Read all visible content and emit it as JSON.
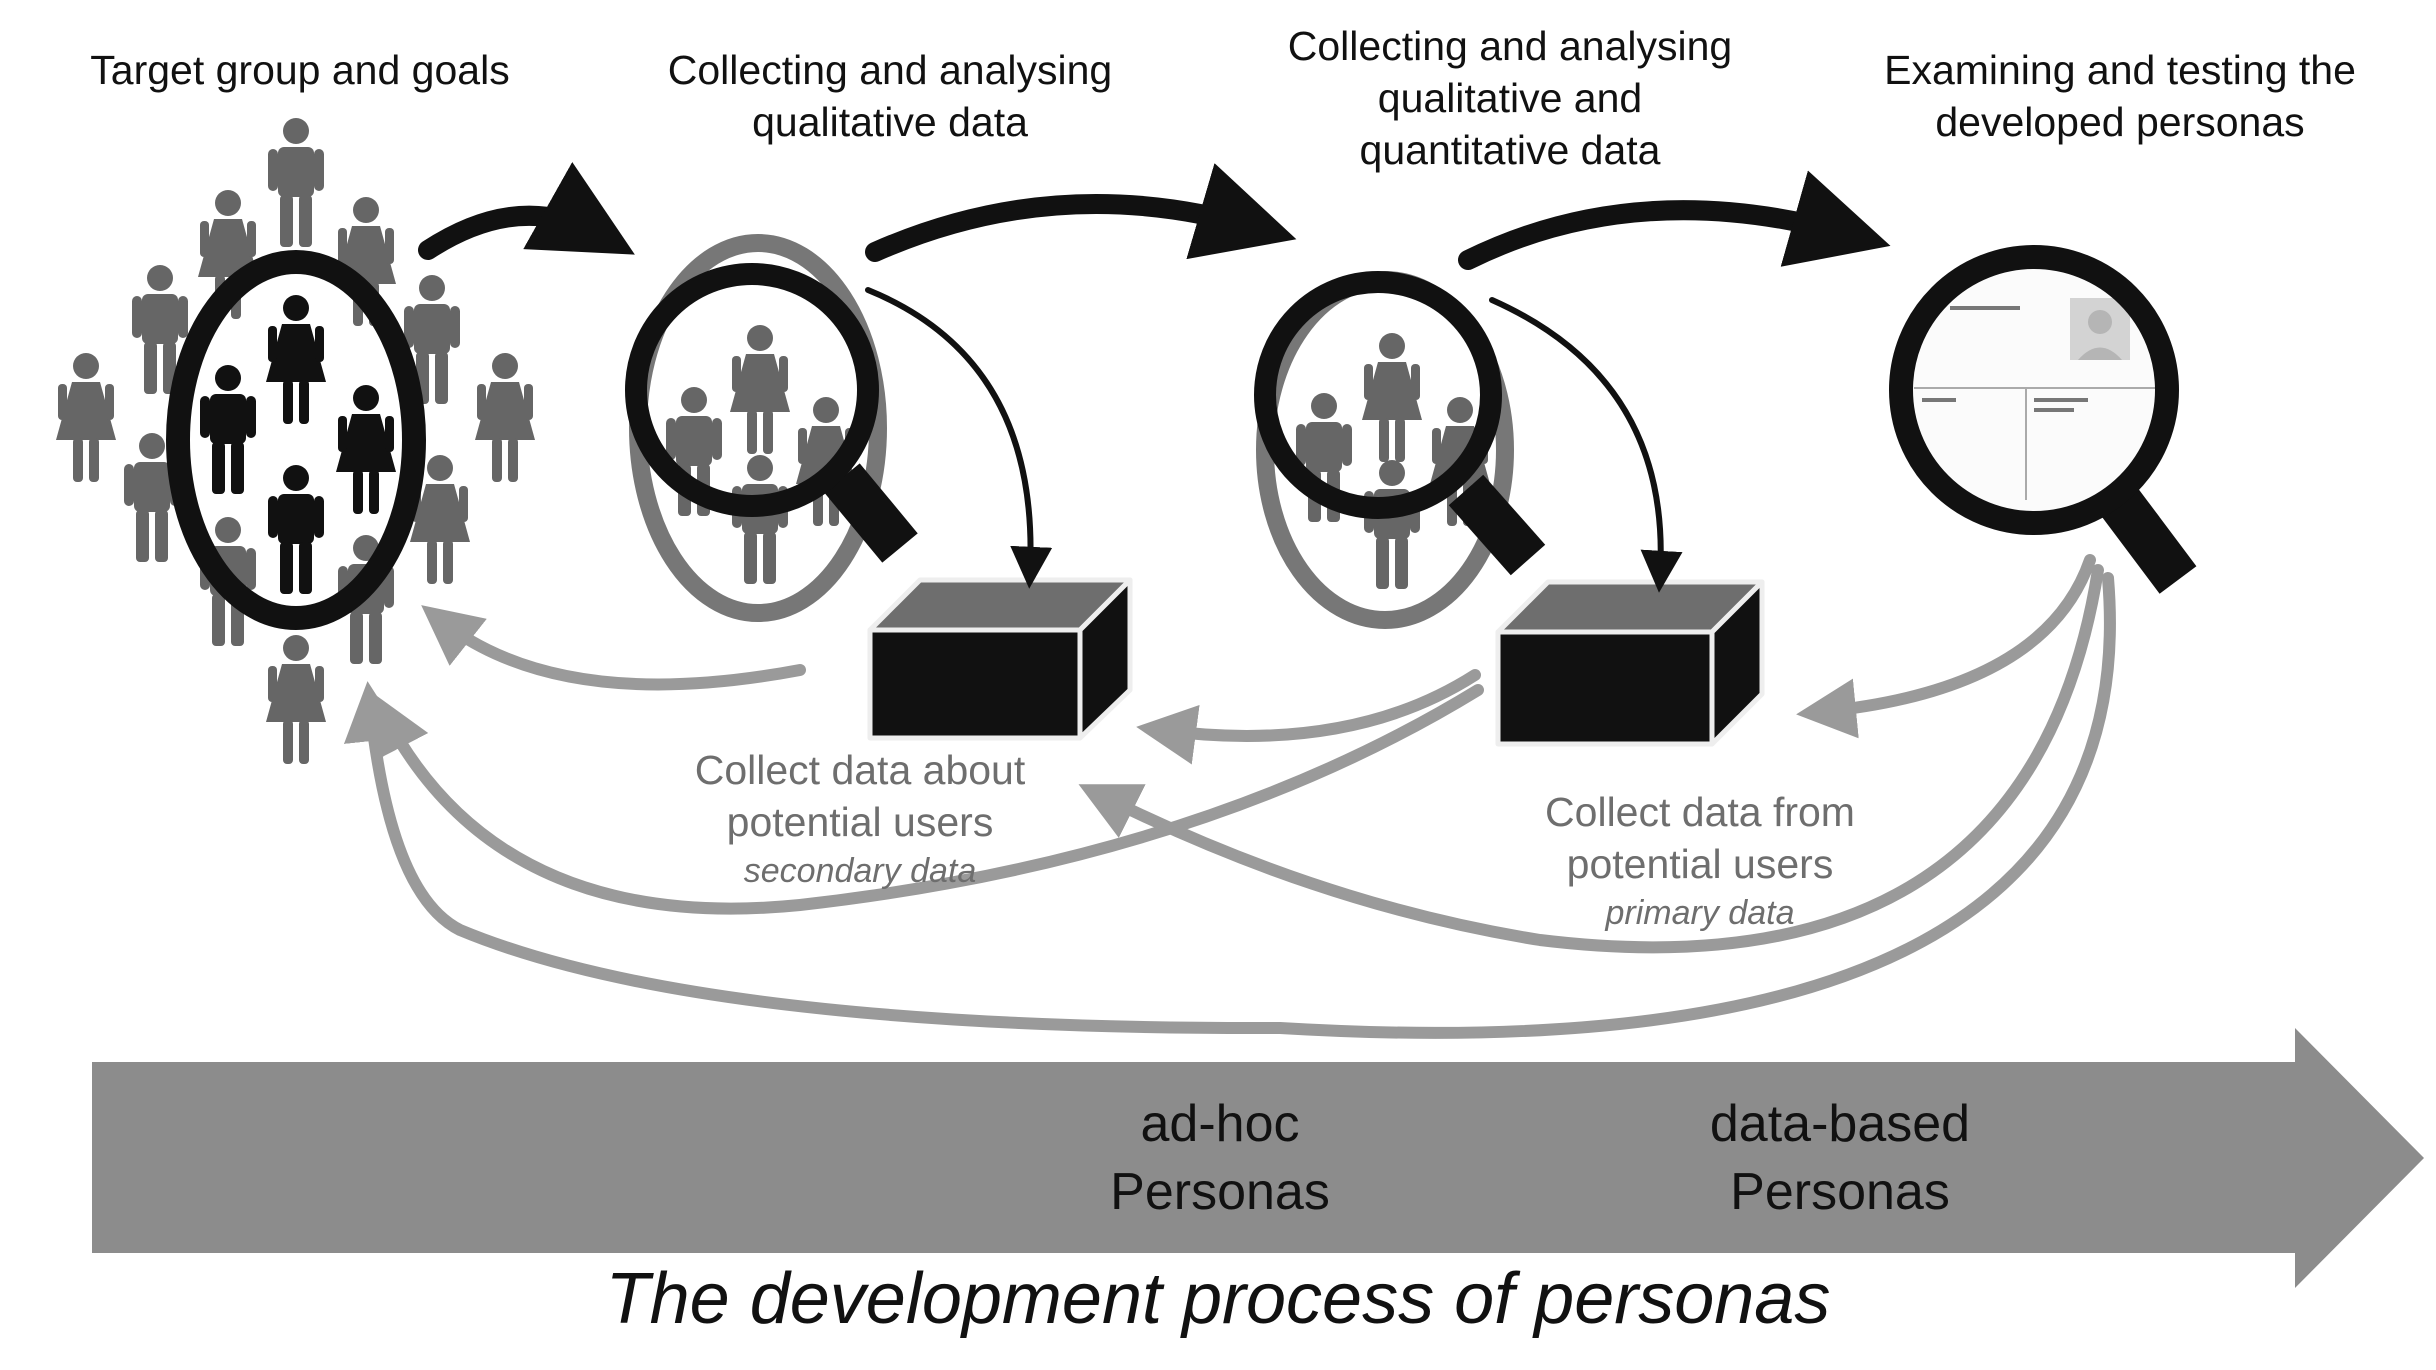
{
  "stages": [
    {
      "title_lines": [
        "Target group and goals"
      ],
      "icon": "crowd-icon"
    },
    {
      "title_lines": [
        "Collecting and analysing",
        "qualitative data"
      ],
      "icon": "magnifier-people-icon"
    },
    {
      "title_lines": [
        "Collecting and analysing",
        "qualitative and",
        "quantitative data"
      ],
      "icon": "magnifier-people-icon"
    },
    {
      "title_lines": [
        "Examining and testing the",
        "developed personas"
      ],
      "icon": "magnifier-persona-card-icon"
    }
  ],
  "data_notes": {
    "secondary": {
      "lines": [
        "Collect data about",
        "potential users"
      ],
      "italic": "secondary data"
    },
    "primary": {
      "lines": [
        "Collect data from",
        "potential users"
      ],
      "italic": "primary data"
    }
  },
  "progress": {
    "labels": [
      {
        "lines": [
          "ad-hoc",
          "Personas"
        ]
      },
      {
        "lines": [
          "data-based",
          "Personas"
        ]
      }
    ]
  },
  "caption": "The development process of personas",
  "colors": {
    "black": "#111111",
    "figure_dark": "#2a2a2a",
    "figure_grey": "#666666",
    "feedback_arrow": "#9a9a9a",
    "band": "#8c8c8c"
  }
}
